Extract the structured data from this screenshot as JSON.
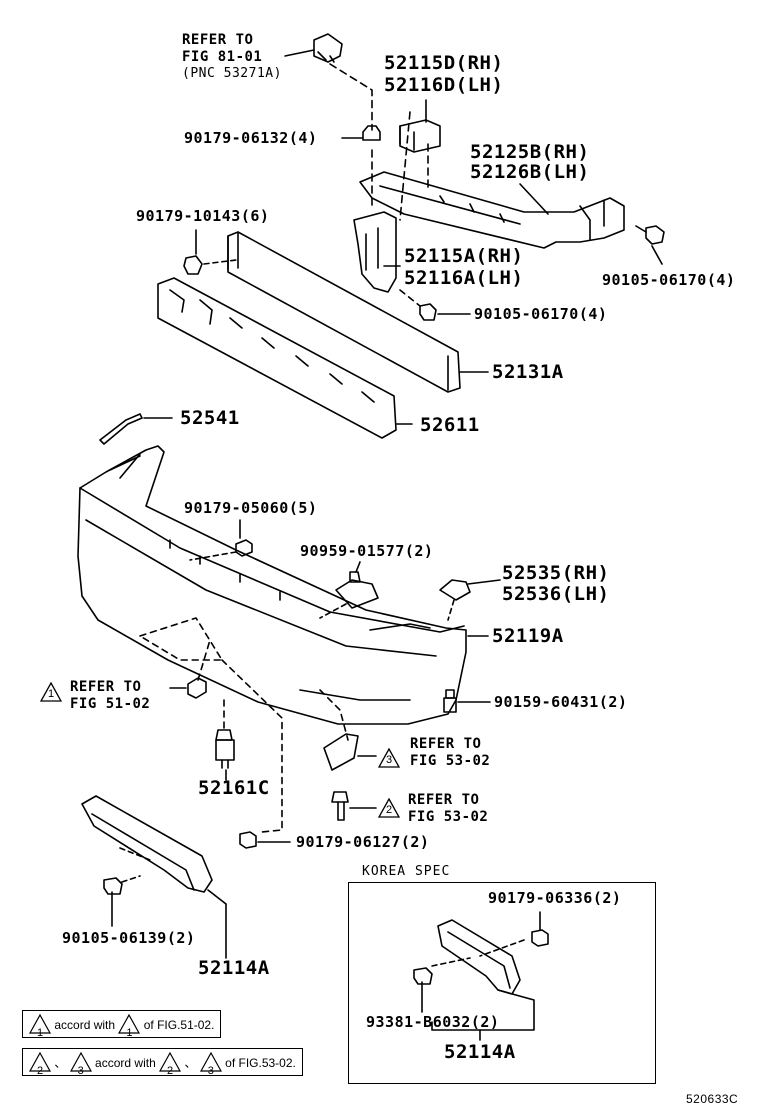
{
  "labels": {
    "refer_top_1": "REFER TO",
    "refer_top_2": "FIG 81-01",
    "refer_top_3": "(PNC 53271A)",
    "p52115D": "52115D(RH)",
    "p52116D": "52116D(LH)",
    "p90179_06132": "90179-06132(4)",
    "p52125B": "52125B(RH)",
    "p52126B": "52126B(LH)",
    "p90179_10143": "90179-10143(6)",
    "p52115A": "52115A(RH)",
    "p52116A": "52116A(LH)",
    "p90105_06170_right": "90105-06170(4)",
    "p90105_06170_mid": "90105-06170(4)",
    "p52131A": "52131A",
    "p52541": "52541",
    "p52611": "52611",
    "p90179_05060": "90179-05060(5)",
    "p90959_01577": "90959-01577(2)",
    "p52535": "52535(RH)",
    "p52536": "52536(LH)",
    "p52119A": "52119A",
    "refer_5102_1": "REFER TO",
    "refer_5102_2": "FIG 51-02",
    "p90159_60431": "90159-60431(2)",
    "refer_5302a_1": "REFER TO",
    "refer_5302a_2": "FIG 53-02",
    "p52161C": "52161C",
    "refer_5302b_1": "REFER TO",
    "refer_5302b_2": "FIG 53-02",
    "p90179_06127": "90179-06127(2)",
    "korea_spec": "KOREA SPEC",
    "p90179_06336": "90179-06336(2)",
    "p90105_06139": "90105-06139(2)",
    "p93381_B6032": "93381-B6032(2)",
    "p52114A_left": "52114A",
    "p52114A_right": "52114A",
    "figure_code": "520633C"
  },
  "triangles": {
    "t1": "1",
    "t2": "2",
    "t3": "3"
  },
  "legend": {
    "row1": {
      "mark1": "1",
      "text1": "accord with",
      "mark2": "1",
      "text2": "of FIG.51-02."
    },
    "row2": {
      "mark1": "2",
      "sep": "、",
      "mark2": "3",
      "text1": "accord with",
      "mark3": "2",
      "sep2": "、",
      "mark4": "3",
      "text2": "of FIG.53-02."
    }
  }
}
